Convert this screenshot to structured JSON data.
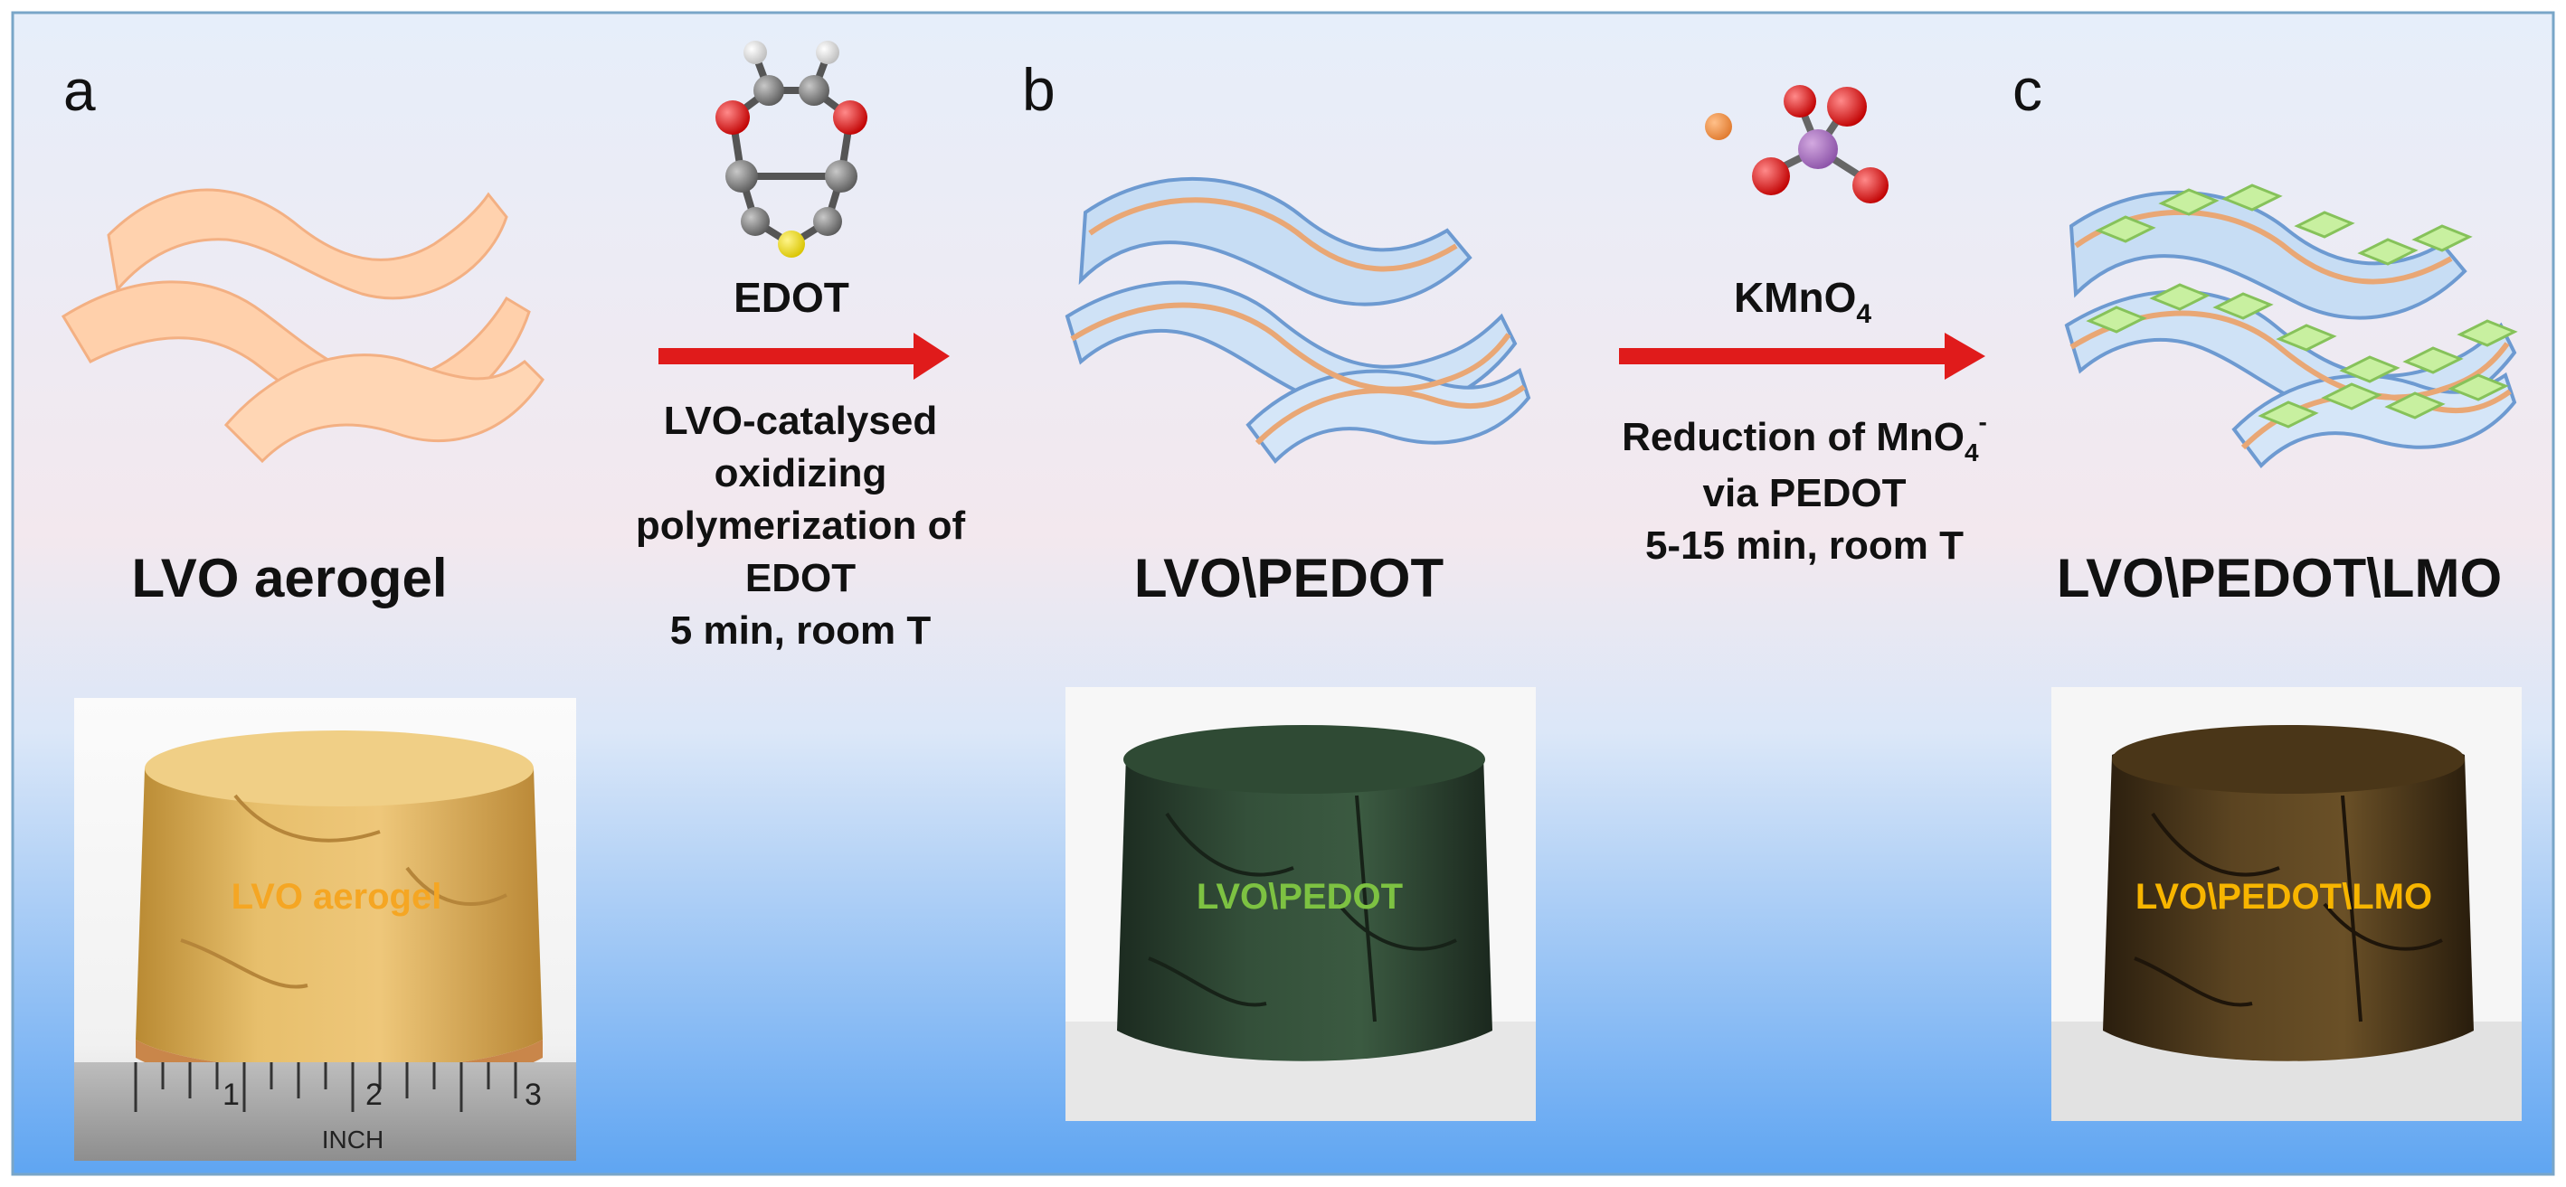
{
  "panels": [
    {
      "letter": "a",
      "label": "LVO aerogel",
      "photo_label": "LVO aerogel",
      "photo_label_color": "#f5a623"
    },
    {
      "letter": "b",
      "label": "LVO\\PEDOT",
      "photo_label": "LVO\\PEDOT",
      "photo_label_color": "#7dc242"
    },
    {
      "letter": "c",
      "label": "LVO\\PEDOT\\LMO",
      "photo_label": "LVO\\PEDOT\\LMO",
      "photo_label_color": "#f7b500"
    }
  ],
  "steps": [
    {
      "reagent": "EDOT",
      "lines": [
        "LVO-catalysed",
        "oxidizing",
        "polymerization of",
        "EDOT",
        "5 min, room T"
      ]
    },
    {
      "reagent_main": "KMnO",
      "reagent_sub": "4",
      "line1_main": "Reduction of MnO",
      "line1_sub": "4",
      "line1_sup": "-",
      "lines": [
        "via PEDOT",
        "5-15 min, room T"
      ]
    }
  ],
  "ruler": {
    "marks": [
      "1",
      "2",
      "3"
    ],
    "unit": "INCH"
  },
  "colors": {
    "background_top": "#e9eef8",
    "background_mid": "#f2e9ee",
    "background_bottom": "#5ca2f0",
    "frame": "#6aa0c8",
    "arrow": "#e01b1b",
    "fiber_peach": "#ffd2ae",
    "fiber_blue": "#c7ddf4",
    "fiber_blue_edge": "#6d9ad1",
    "stripe": "#e9a775",
    "green_cube": "#c8f0a0",
    "green_cube_edge": "#86c25a"
  }
}
